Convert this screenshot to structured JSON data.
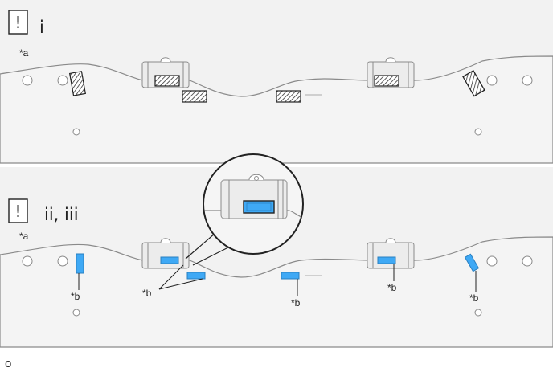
{
  "panel_top": {
    "caution_mark": "!",
    "step_label": "i",
    "callout_a": "*a"
  },
  "panel_bottom": {
    "caution_mark": "!",
    "step_label": "ii, iii",
    "callout_a": "*a",
    "callouts_b": [
      "*b",
      "*b",
      "*b",
      "*b",
      "*b"
    ]
  },
  "footer_code": "o",
  "colors": {
    "panel_fill": "#f2f2f2",
    "outline": "#8a8a8a",
    "clip_blue": "#3fa9f5",
    "hatch": "#333333"
  }
}
